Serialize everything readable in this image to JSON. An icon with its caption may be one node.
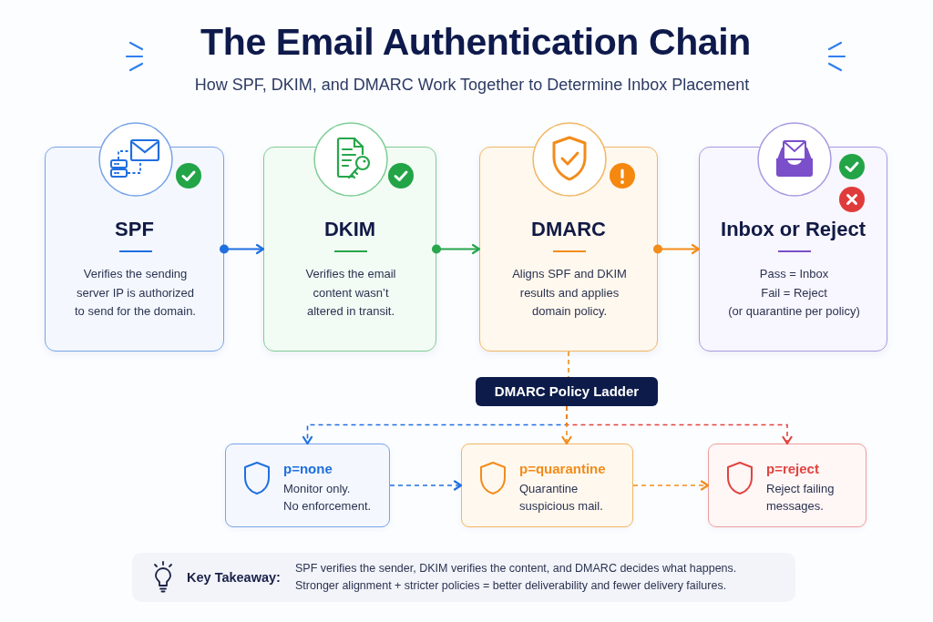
{
  "diagram": {
    "title": "The Email Authentication Chain",
    "nodes": [
      {
        "text": [
          "SPF",
          "Verifies the sending server IP is authorized to send for the domain."
        ]
      },
      {
        "text": [
          "DKIM",
          "Verifies the email content wasn’t altered in transit."
        ]
      },
      {
        "text": [
          "DMARC",
          "Aligns SPF and DKIM results and applies domain policy."
        ]
      },
      {
        "text": [
          "Inbox or Reject",
          "Pass = Inbox",
          "Fail = Reject",
          "(or quarantine per policy)"
        ]
      },
      {
        "text": [
          "DMARC Policy Ladder"
        ]
      },
      {
        "text": [
          "p=none",
          "Monitor only.",
          "No enforcement."
        ]
      },
      {
        "text": [
          "p=quarantine",
          "Quarantine suspicious mail."
        ]
      },
      {
        "text": [
          "p=reject",
          "Reject failing messages."
        ]
      },
      {
        "text": [
          "Key Takeaway:",
          "SPF verifies the sender, DKIM verifies the content, and DMARC decides what happens.",
          "Stronger alignment + stricter policies = better deliverability and fewer delivery failures."
        ]
      }
    ],
    "edges": [
      {
        "from": 0,
        "to": 1,
        "arrow": "to",
        "color": "#1f6fe0"
      },
      {
        "from": 1,
        "to": 2,
        "arrow": "to",
        "color": "#27a64c"
      },
      {
        "from": 2,
        "to": 3,
        "arrow": "to"
      },
      {
        "from": 2,
        "to": 4,
        "arrow": "none",
        "style": "dashed"
      },
      {
        "from": 4,
        "to": 5,
        "arrow": "to",
        "style": "dashed",
        "color": "#1f6fe0"
      },
      {
        "from": 4,
        "to": 6,
        "arrow": "to",
        "style": "dashed"
      },
      {
        "from": 4,
        "to": 7,
        "arrow": "to",
        "style": "dashed",
        "color": "#e0443f"
      },
      {
        "from": 5,
        "to": 6,
        "arrow": "to",
        "style": "dashed",
        "color": "#1f6fe0"
      },
      {
        "from": 6,
        "to": 7,
        "arrow": "to",
        "style": "dashed"
      }
    ],
    "labels": [
      "How SPF, DKIM, and DMARC Work Together to Determine Inbox Placement"
    ]
  }
}
